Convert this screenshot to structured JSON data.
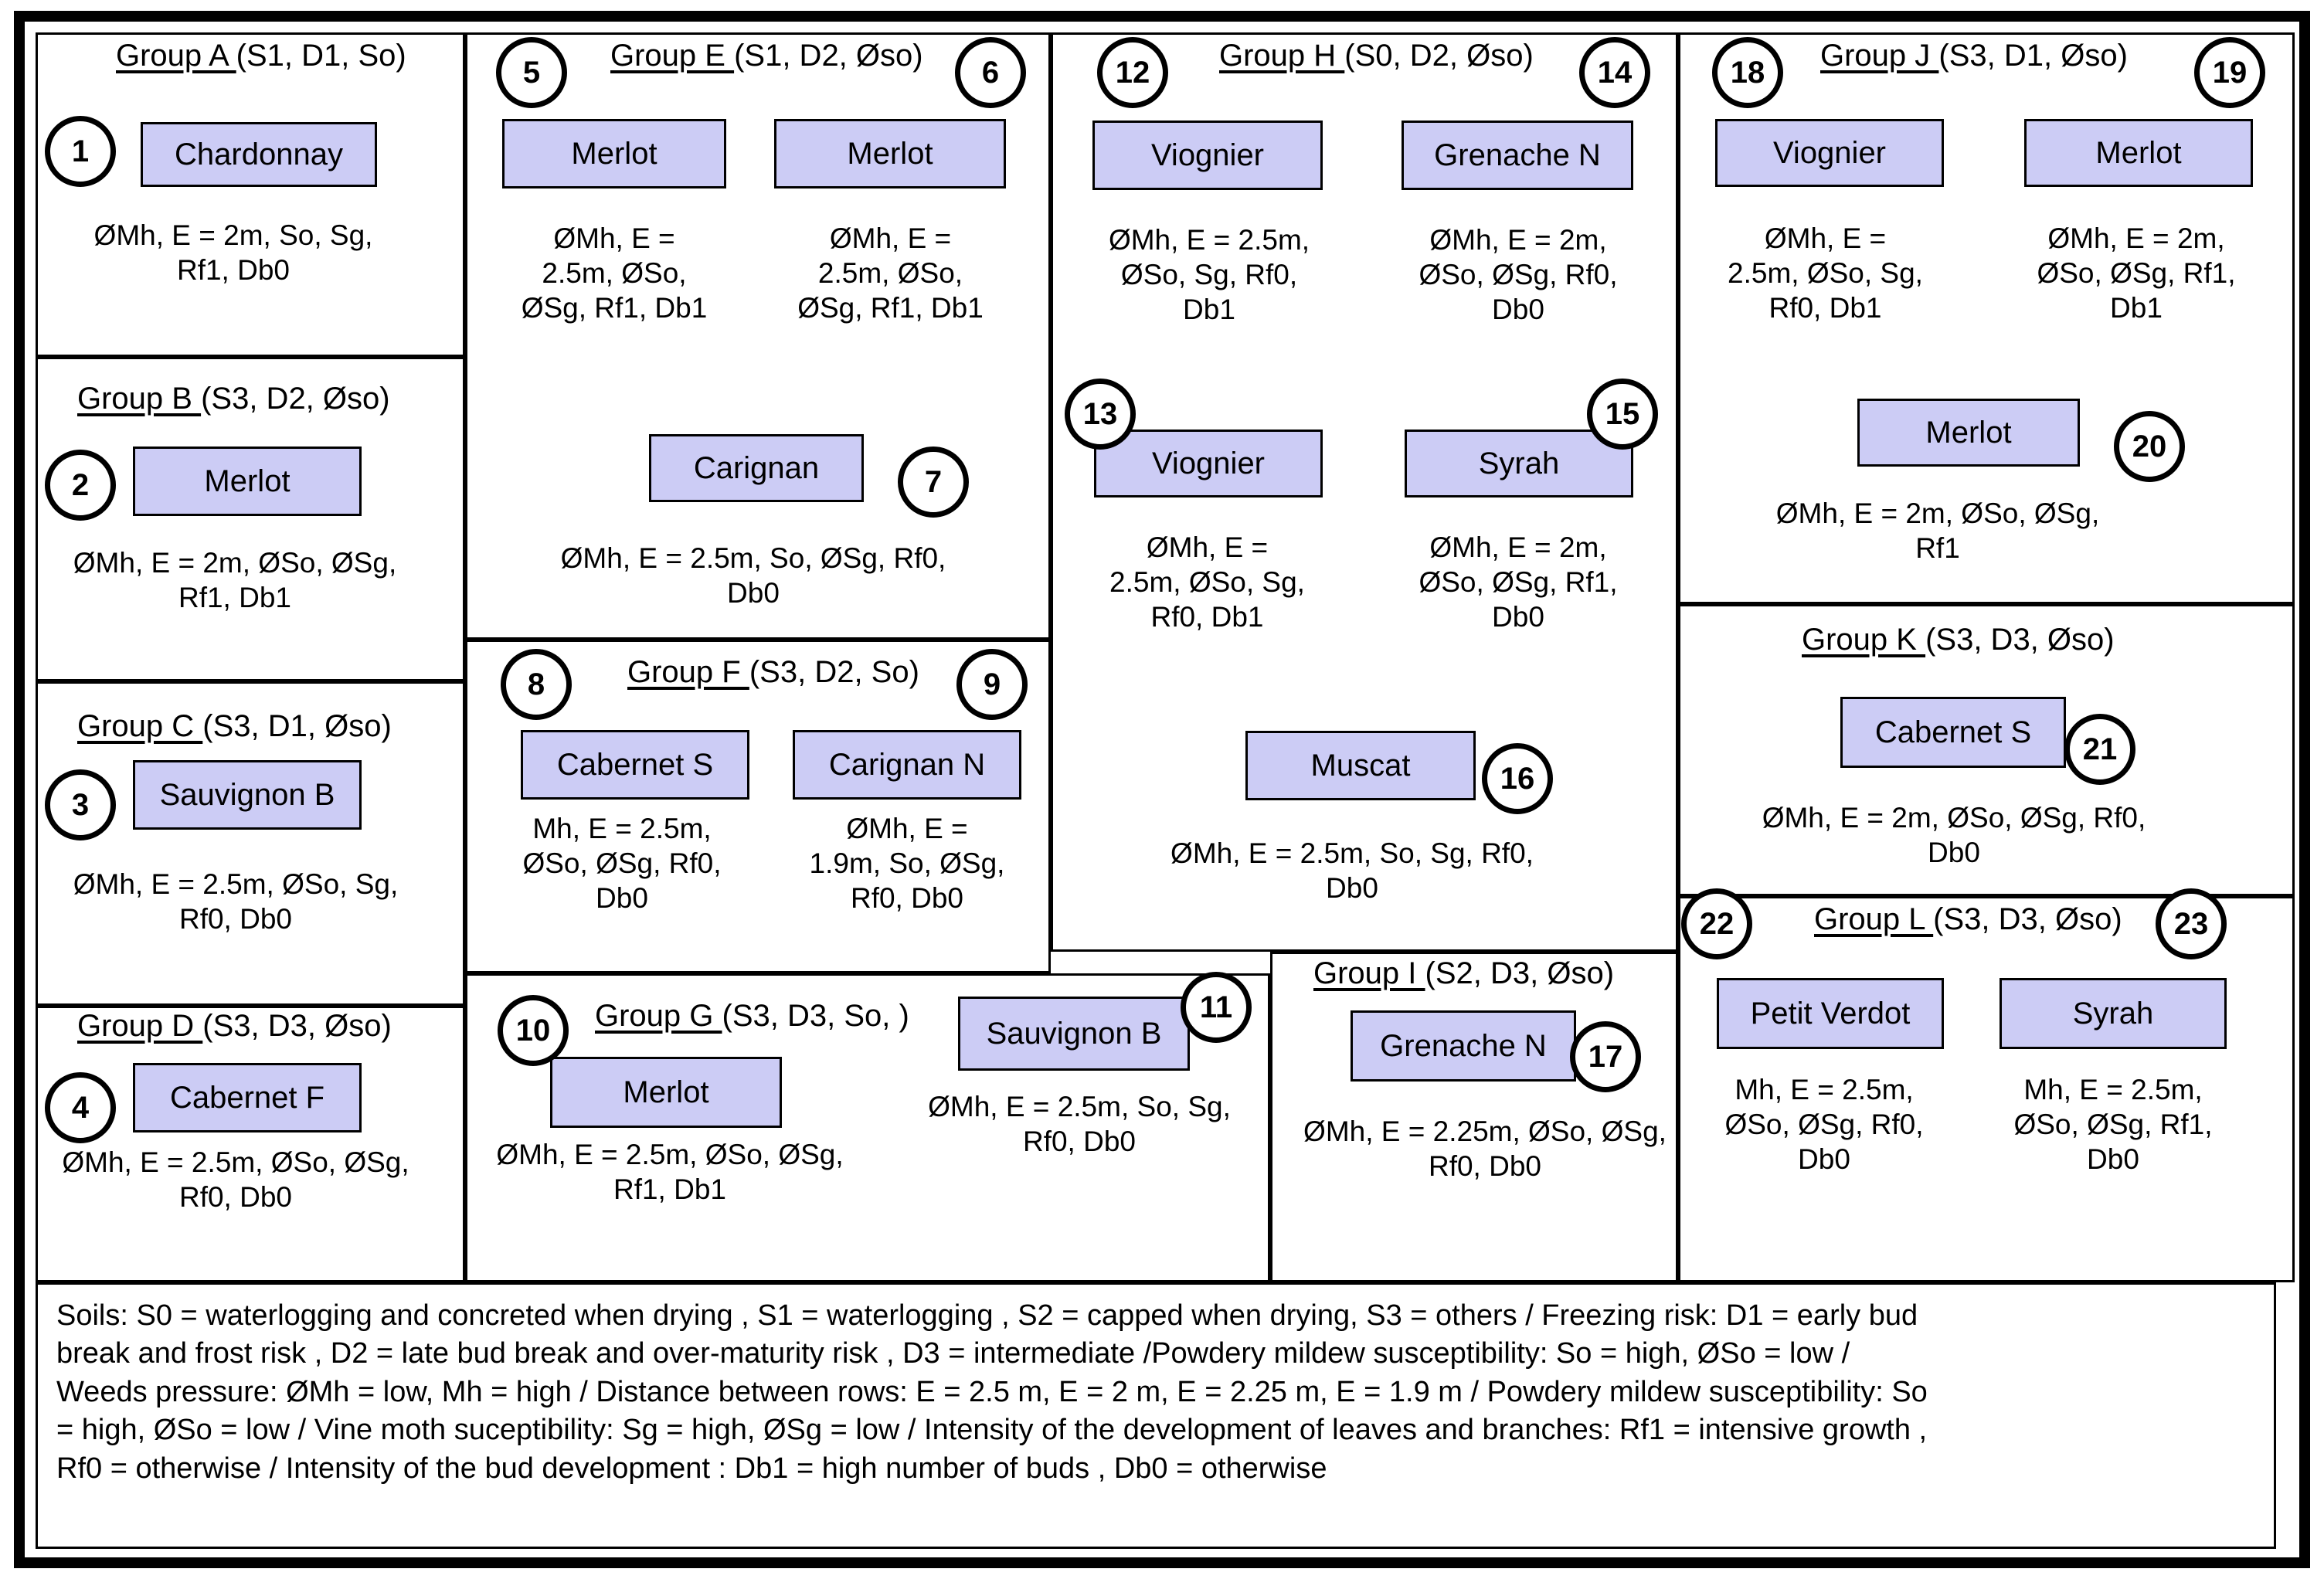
{
  "diagram": {
    "title": "Grapevine variety groups classification",
    "box_fill_color": "#CCCCF5",
    "border_color": "#000000"
  },
  "groups": [
    {
      "id": "A",
      "title": "Group A (S1, D1, So)",
      "title_underlined_part": "Group A ",
      "varieties": [
        {
          "marker": "1",
          "name": "Chardonnay",
          "attrs": "ØMh, E = 2m, So, Sg, Rf1, Db0"
        }
      ]
    },
    {
      "id": "B",
      "title": "Group B (S3, D2, Øso)",
      "title_underlined_part": "Group B ",
      "varieties": [
        {
          "marker": "2",
          "name": "Merlot",
          "attrs": "ØMh, E = 2m, ØSo, ØSg, Rf1, Db1"
        }
      ]
    },
    {
      "id": "C",
      "title": "Group C (S3, D1, Øso)",
      "title_underlined_part": "Group C ",
      "varieties": [
        {
          "marker": "3",
          "name": "Sauvignon B",
          "attrs": "ØMh, E = 2.5m, ØSo, Sg, Rf0, Db0"
        }
      ]
    },
    {
      "id": "D",
      "title": "Group D (S3, D3, Øso)",
      "title_underlined_part": "Group D ",
      "varieties": [
        {
          "marker": "4",
          "name": "Cabernet F",
          "attrs": "ØMh, E = 2.5m, ØSo, ØSg, Rf0, Db0"
        }
      ]
    },
    {
      "id": "E",
      "title": "Group E (S1, D2, Øso)",
      "title_underlined_part": "Group E ",
      "varieties": [
        {
          "marker": "5",
          "name": "Merlot",
          "attrs": "ØMh, E = 2.5m, ØSo, ØSg, Rf1, Db1"
        },
        {
          "marker": "6",
          "name": "Merlot",
          "attrs": "ØMh, E = 2.5m, ØSo, ØSg, Rf1, Db1"
        },
        {
          "marker": "7",
          "name": "Carignan",
          "attrs": "ØMh, E = 2.5m, So, ØSg, Rf0, Db0"
        }
      ]
    },
    {
      "id": "F",
      "title": "Group F (S3, D2, So)",
      "title_underlined_part": "Group F ",
      "varieties": [
        {
          "marker": "8",
          "name": "Cabernet  S",
          "attrs": "Mh, E = 2.5m, ØSo, ØSg, Rf0, Db0"
        },
        {
          "marker": "9",
          "name": "Carignan N",
          "attrs": "ØMh, E = 1.9m, So, ØSg, Rf0, Db0"
        }
      ]
    },
    {
      "id": "G",
      "title": "Group G (S3, D3, So, )",
      "title_underlined_part": "Group G ",
      "varieties": [
        {
          "marker": "10",
          "name": "Merlot",
          "attrs": "ØMh, E = 2.5m, ØSo, ØSg, Rf1, Db1"
        },
        {
          "marker": "11",
          "name": "Sauvignon B",
          "attrs": "ØMh, E = 2.5m, So, Sg, Rf0, Db0"
        }
      ]
    },
    {
      "id": "H",
      "title": "Group H (S0, D2, Øso)",
      "title_underlined_part": "Group H ",
      "varieties": [
        {
          "marker": "12",
          "name": "Viognier",
          "attrs": "ØMh, E = 2.5m, ØSo, Sg, Rf0, Db1"
        },
        {
          "marker": "13",
          "name": "Viognier",
          "attrs": "ØMh, E = 2.5m, ØSo, Sg, Rf0, Db1"
        },
        {
          "marker": "14",
          "name": "Grenache N",
          "attrs": "ØMh, E = 2m, ØSo, ØSg, Rf0, Db0"
        },
        {
          "marker": "15",
          "name": "Syrah",
          "attrs": "ØMh, E = 2m, ØSo, ØSg, Rf1, Db0"
        },
        {
          "marker": "16",
          "name": "Muscat",
          "attrs": "ØMh, E = 2.5m, So, Sg, Rf0, Db0"
        }
      ]
    },
    {
      "id": "I",
      "title": "Group I (S2, D3, Øso)",
      "title_underlined_part": "Group I ",
      "varieties": [
        {
          "marker": "17",
          "name": "Grenache N",
          "attrs": "ØMh, E = 2.25m, ØSo, ØSg, Rf0, Db0"
        }
      ]
    },
    {
      "id": "J",
      "title": "Group J (S3, D1, Øso)",
      "title_underlined_part": "Group J ",
      "varieties": [
        {
          "marker": "18",
          "name": "Viognier",
          "attrs": "ØMh, E = 2.5m, ØSo, Sg, Rf0, Db1"
        },
        {
          "marker": "19",
          "name": "Merlot",
          "attrs": "ØMh, E = 2m, ØSo, ØSg, Rf1, Db1"
        },
        {
          "marker": "20",
          "name": "Merlot",
          "attrs": "ØMh, E = 2m, ØSo, ØSg, Rf1"
        }
      ]
    },
    {
      "id": "K",
      "title": "Group K (S3, D3, Øso)",
      "title_underlined_part": "Group K ",
      "varieties": [
        {
          "marker": "21",
          "name": "Cabernet S",
          "attrs": "ØMh, E = 2m, ØSo, ØSg, Rf0, Db0"
        }
      ]
    },
    {
      "id": "L",
      "title": "Group L (S3, D3, Øso)",
      "title_underlined_part": "Group L ",
      "varieties": [
        {
          "marker": "22",
          "name": "Petit Verdot",
          "attrs": "Mh, E = 2.5m, ØSo, ØSg, Rf0, Db0"
        },
        {
          "marker": "23",
          "name": "Syrah",
          "attrs": "Mh, E = 2.5m, ØSo, ØSg, Rf1, Db0"
        }
      ]
    }
  ],
  "cells": {
    "a1_name": "Chardonnay",
    "a1_attrs": "ØMh, E = 2m, So, Sg,\nRf1, Db0",
    "b2_name": "Merlot",
    "b2_attrs": "ØMh, E = 2m, ØSo, ØSg,\nRf1, Db1",
    "c3_name": "Sauvignon B",
    "c3_attrs": "ØMh, E = 2.5m, ØSo, Sg,\nRf0, Db0",
    "d4_name": "Cabernet F",
    "d4_attrs": "ØMh, E = 2.5m, ØSo, ØSg,\nRf0, Db0",
    "e5_name": "Merlot",
    "e5_attrs": "ØMh, E =\n2.5m, ØSo,\nØSg, Rf1, Db1",
    "e6_name": "Merlot",
    "e6_attrs": "ØMh, E =\n2.5m, ØSo,\nØSg, Rf1, Db1",
    "e7_name": "Carignan",
    "e7_attrs": "ØMh, E = 2.5m, So, ØSg, Rf0,\nDb0",
    "f8_name": "Cabernet  S",
    "f8_attrs": "Mh, E = 2.5m,\nØSo, ØSg, Rf0,\nDb0",
    "f9_name": "Carignan N",
    "f9_attrs": "ØMh, E =\n1.9m, So, ØSg,\nRf0, Db0",
    "g10_name": "Merlot",
    "g10_attrs": "ØMh, E = 2.5m, ØSo, ØSg,\nRf1, Db1",
    "g11_name": "Sauvignon B",
    "g11_attrs": "ØMh, E = 2.5m, So, Sg,\nRf0, Db0",
    "h12_name": "Viognier",
    "h12_attrs": "ØMh, E = 2.5m,\nØSo, Sg, Rf0,\nDb1",
    "h13_name": "Viognier",
    "h13_attrs": "ØMh, E =\n2.5m, ØSo, Sg,\nRf0, Db1",
    "h14_name": "Grenache N",
    "h14_attrs": "ØMh, E = 2m,\nØSo, ØSg, Rf0,\nDb0",
    "h15_name": "Syrah",
    "h15_attrs": "ØMh, E = 2m,\nØSo, ØSg, Rf1,\nDb0",
    "h16_name": "Muscat",
    "h16_attrs": "ØMh, E = 2.5m, So, Sg, Rf0,\nDb0",
    "i17_name": "Grenache N",
    "i17_attrs": "ØMh, E = 2.25m, ØSo, ØSg,\nRf0, Db0",
    "j18_name": "Viognier",
    "j18_attrs": "ØMh, E =\n2.5m, ØSo, Sg,\nRf0, Db1",
    "j19_name": "Merlot",
    "j19_attrs": "ØMh, E = 2m,\nØSo, ØSg, Rf1,\nDb1",
    "j20_name": "Merlot",
    "j20_attrs": "ØMh, E = 2m, ØSo, ØSg,\nRf1",
    "k21_name": "Cabernet S",
    "k21_attrs": "ØMh, E = 2m, ØSo, ØSg, Rf0,\nDb0",
    "l22_name": "Petit Verdot",
    "l22_attrs": "Mh, E = 2.5m,\nØSo, ØSg, Rf0,\nDb0",
    "l23_name": "Syrah",
    "l23_attrs": "Mh, E = 2.5m,\nØSo, ØSg, Rf1,\nDb0"
  },
  "markers": {
    "m1": "1",
    "m2": "2",
    "m3": "3",
    "m4": "4",
    "m5": "5",
    "m6": "6",
    "m7": "7",
    "m8": "8",
    "m9": "9",
    "m10": "10",
    "m11": "11",
    "m12": "12",
    "m13": "13",
    "m14": "14",
    "m15": "15",
    "m16": "16",
    "m17": "17",
    "m18": "18",
    "m19": "19",
    "m20": "20",
    "m21": "21",
    "m22": "22",
    "m23": "23"
  },
  "titles": {
    "A_pre": "Group A ",
    "A_post": "(S1, D1, So)",
    "B_pre": "Group B ",
    "B_post": "(S3, D2, Øso)",
    "C_pre": "Group C ",
    "C_post": "(S3, D1, Øso)",
    "D_pre": "Group D ",
    "D_post": "(S3, D3, Øso)",
    "E_pre": "Group E ",
    "E_post": "(S1, D2, Øso)",
    "F_pre": "Group F ",
    "F_post": "(S3, D2, So)",
    "G_pre": "Group G ",
    "G_post": "(S3, D3, So, )",
    "H_pre": "Group H ",
    "H_post": "(S0, D2, Øso)",
    "I_pre": "Group I ",
    "I_post": "(S2, D3, Øso)",
    "J_pre": "Group J ",
    "J_post": "(S3, D1, Øso)",
    "K_pre": "Group K ",
    "K_post": "(S3, D3, Øso)",
    "L_pre": "Group L ",
    "L_post": "(S3, D3, Øso)"
  },
  "legend": {
    "line1": "Soils: S0 = waterlogging and concreted when drying , S1 = waterlogging , S2 = capped when drying, S3 = others  /  Freezing risk: D1 = early bud",
    "line2": "break and frost risk , D2 = late bud break and over-maturity risk , D3 = intermediate /Powdery mildew susceptibility: So = high, ØSo = low /",
    "line3": "Weeds pressure: ØMh = low, Mh = high /  Distance between rows: E = 2.5 m, E = 2 m, E = 2.25 m, E = 1.9 m / Powdery mildew susceptibility: So",
    "line4": "= high, ØSo = low / Vine moth suceptibility: Sg = high, ØSg = low / Intensity of the development of leaves and branches: Rf1 = intensive growth ,",
    "line5": "Rf0 = otherwise / Intensity of the bud development : Db1 = high number of buds , Db0 = otherwise"
  }
}
